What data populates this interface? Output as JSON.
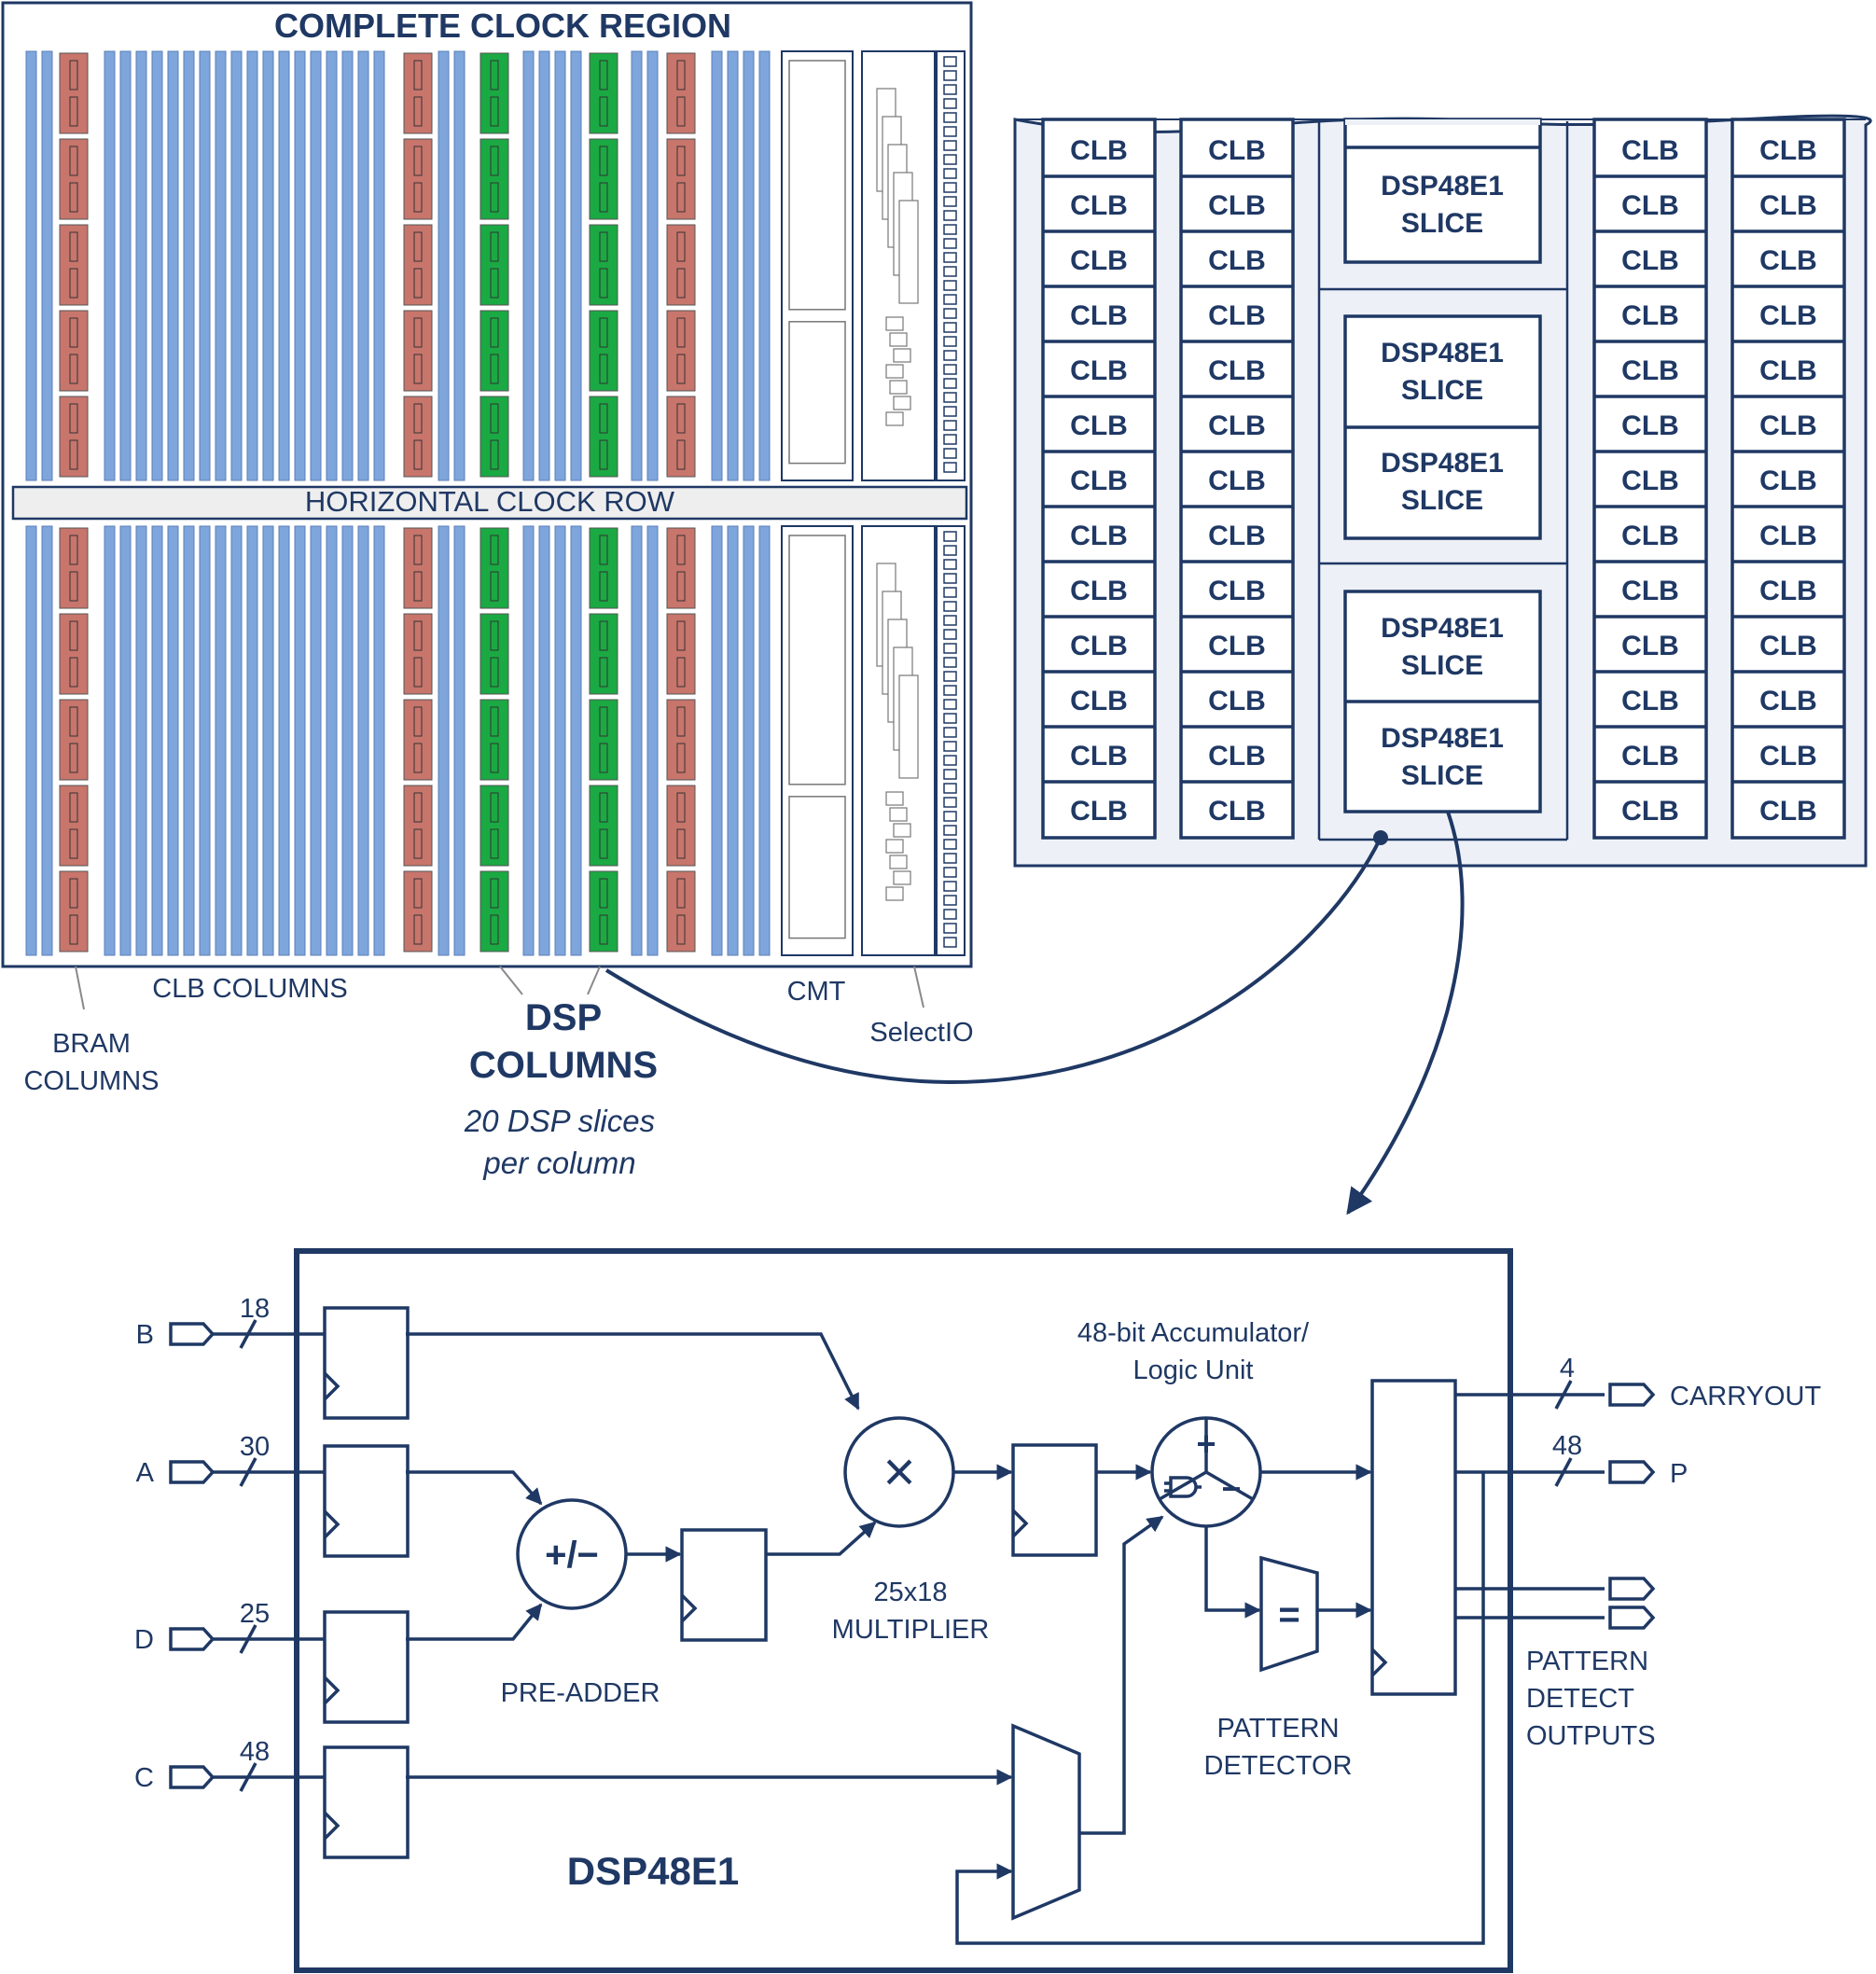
{
  "region": {
    "title": "COMPLETE CLOCK REGION",
    "clock_row": "HORIZONTAL CLOCK ROW",
    "clb_columns": "CLB COLUMNS",
    "bram_line1": "BRAM",
    "bram_line2": "COLUMNS",
    "dsp_line1": "DSP",
    "dsp_line2": "COLUMNS",
    "dsp_note1": "20 DSP slices",
    "dsp_note2": "per column",
    "cmt": "CMT",
    "selectio": "SelectIO"
  },
  "detail": {
    "clb_label": "CLB",
    "dsp_line1": "DSP48E1",
    "dsp_line2": "SLICE"
  },
  "dsp48e1": {
    "title": "DSP48E1",
    "inputs": [
      {
        "name": "B",
        "width": "18"
      },
      {
        "name": "A",
        "width": "30"
      },
      {
        "name": "D",
        "width": "25"
      },
      {
        "name": "C",
        "width": "48"
      }
    ],
    "preadder_symbol": "+/−",
    "preadder_label": "PRE-ADDER",
    "mult_symbol": "×",
    "mult_line1": "25x18",
    "mult_line2": "MULTIPLIER",
    "alu_line1": "48-bit Accumulator/",
    "alu_line2": "Logic Unit",
    "alu_plus": "+",
    "alu_minus": "−",
    "pattern_symbol": "=",
    "pattern_line1": "PATTERN",
    "pattern_line2": "DETECTOR",
    "outputs": [
      {
        "name": "CARRYOUT",
        "width": "4"
      },
      {
        "name": "P",
        "width": "48"
      }
    ],
    "pd_out_line1": "PATTERN",
    "pd_out_line2": "DETECT",
    "pd_out_line3": "OUTPUTS"
  },
  "colors": {
    "clb": "#7ea6dc",
    "bram": "#c8756c",
    "dsp": "#1aa943",
    "navy": "#1f3864",
    "detail_bg": "#edf1f7"
  }
}
